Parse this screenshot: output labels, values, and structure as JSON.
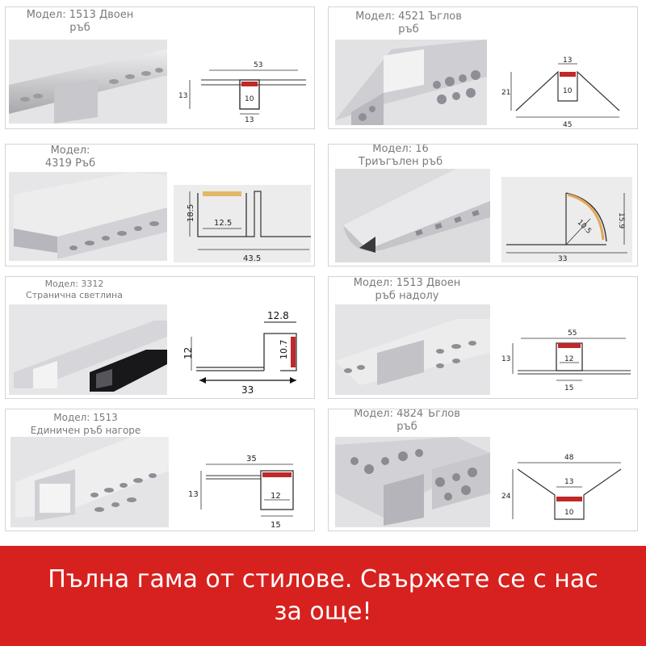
{
  "banner": {
    "text": "Пълна гама от стилове. Свържете се с нас за още!"
  },
  "colors": {
    "banner_bg": "#d7211e",
    "led_strip": "#c0282a",
    "caption": "#7a7a7a",
    "aluminium": "#d9d9db"
  },
  "products": [
    {
      "caption_lines": [
        "Модел: 1513 Двоен",
        "ръб"
      ],
      "icon": "double-edge-profile",
      "dims": [
        "53",
        "13",
        "10",
        "13"
      ]
    },
    {
      "caption_lines": [
        "Модел: 4521 Ъглов",
        "ръб"
      ],
      "icon": "corner-profile",
      "dims": [
        "13",
        "21",
        "10",
        "45"
      ]
    },
    {
      "caption_lines": [
        "Модел:",
        "4319 Ръб"
      ],
      "icon": "edge-profile",
      "dims": [
        "18.5",
        "12.5",
        "43.5"
      ]
    },
    {
      "caption_lines": [
        "Модел: 16",
        "Триъгълен ръб"
      ],
      "icon": "triangle-profile",
      "dims": [
        "15.9",
        "10.5",
        "33"
      ]
    },
    {
      "caption_lines": [
        "Модел: 3312",
        "Странична светлина"
      ],
      "icon": "side-light-profile",
      "dims": [
        "12.8",
        "12",
        "10.7",
        "33"
      ]
    },
    {
      "caption_lines": [
        "Модел: 1513 Двоен",
        "ръб надолу"
      ],
      "icon": "double-edge-down-profile",
      "dims": [
        "55",
        "13",
        "12",
        "15"
      ]
    },
    {
      "caption_lines": [
        "Модел: 1513",
        "Единичен ръб нагоре"
      ],
      "icon": "single-edge-up-profile",
      "dims": [
        "35",
        "13",
        "12",
        "15"
      ]
    },
    {
      "caption_lines": [
        "Модел: 4824 Ъглов",
        "ръб"
      ],
      "icon": "corner-profile-wide",
      "dims": [
        "48",
        "13",
        "24",
        "10"
      ]
    }
  ]
}
